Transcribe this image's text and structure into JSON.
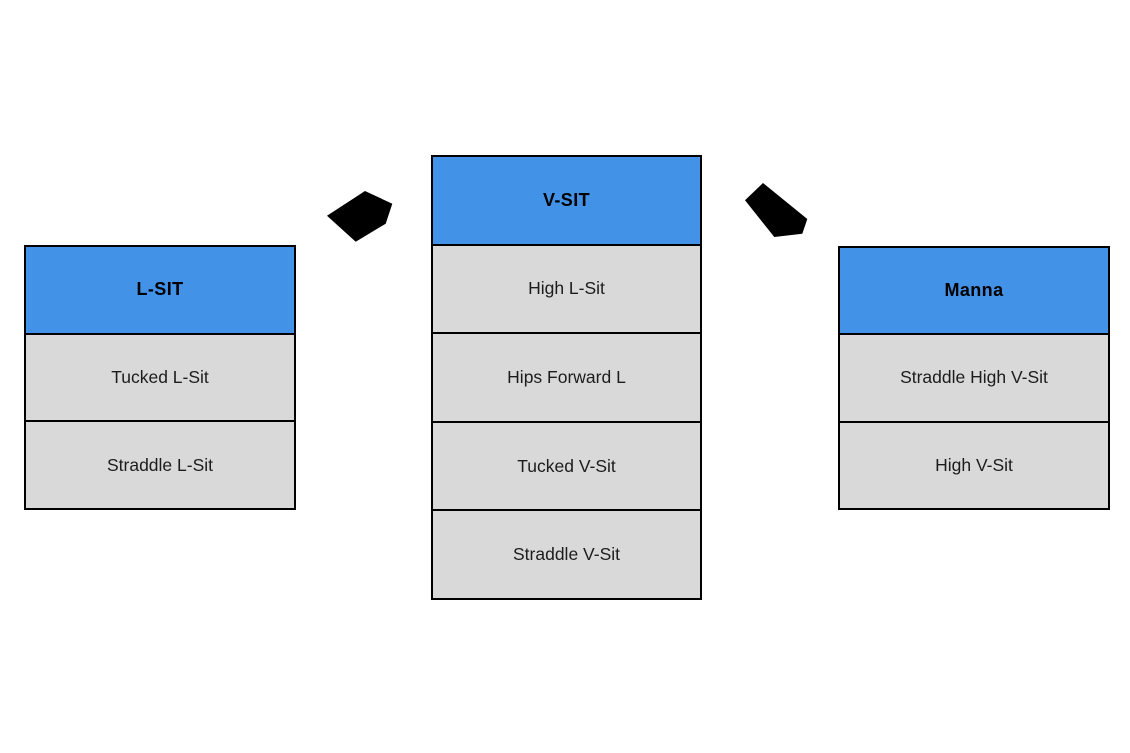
{
  "colors": {
    "header_bg": "#4292e8",
    "row_bg": "#d9d9d9",
    "border": "#000000",
    "arrow": "#000000",
    "header_text": "#000000",
    "row_text": "#1c1c1c",
    "canvas_bg": "#ffffff"
  },
  "tables": [
    {
      "id": "l-sit",
      "header": "L-SIT",
      "rows": [
        "Tucked L-Sit",
        "Straddle L-Sit"
      ]
    },
    {
      "id": "v-sit",
      "header": "V-SIT",
      "rows": [
        "High L-Sit",
        "Hips Forward L",
        "Tucked V-Sit",
        "Straddle V-Sit"
      ]
    },
    {
      "id": "manna",
      "header": "Manna",
      "rows": [
        "Straddle High V-Sit",
        "High V-Sit"
      ]
    }
  ],
  "arrows": [
    {
      "icon": "arrow-down-left-icon"
    },
    {
      "icon": "arrow-down-right-icon"
    }
  ]
}
